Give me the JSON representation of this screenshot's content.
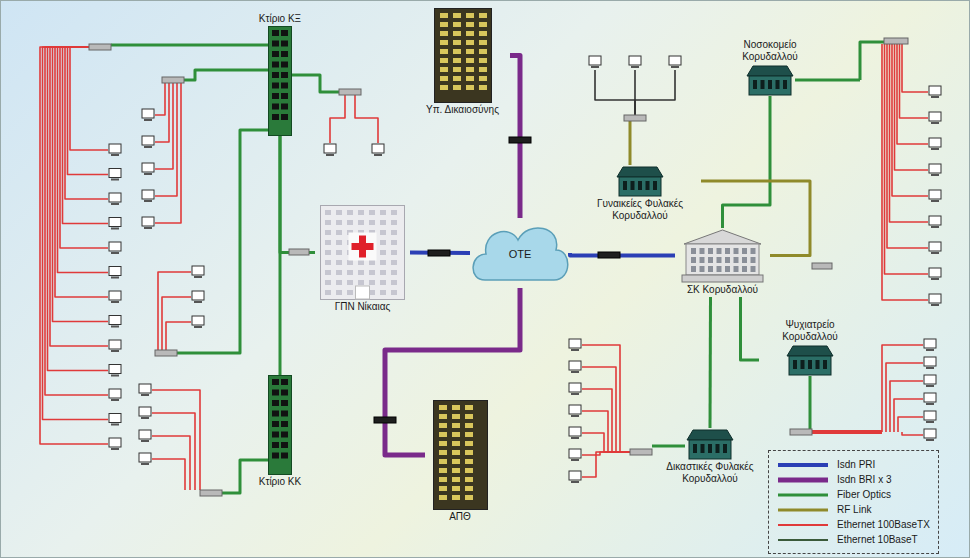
{
  "diagram": {
    "nodes": [
      {
        "text": [
          "Κτίριο ΚΞ"
        ]
      },
      {
        "text": [
          "Υπ. Δικαιοσύνης"
        ]
      },
      {
        "text": [
          "Νοσοκομείο Κορυδαλλού"
        ]
      },
      {
        "text": [
          "Γυναικείες Φυλακές Κορυδαλλού"
        ]
      },
      {
        "text": [
          "ΓΠΝ Νίκαιας"
        ]
      },
      {
        "text": [
          "ΟΤΕ"
        ]
      },
      {
        "text": [
          "ΣΚ Κορυδαλλού"
        ]
      },
      {
        "text": [
          "Ψυχιατρείο Κορυδαλλού"
        ]
      },
      {
        "text": [
          "Κτίριο ΚΚ"
        ]
      },
      {
        "text": [
          "ΑΠΘ"
        ]
      },
      {
        "text": [
          "Δικαστικές Φυλακές Κορυδαλλού"
        ]
      }
    ],
    "edges": [
      {
        "from": 4,
        "to": 5,
        "arrow": "none"
      },
      {
        "from": 5,
        "to": 6,
        "arrow": "none"
      },
      {
        "from": 1,
        "to": 5,
        "arrow": "none"
      },
      {
        "from": 9,
        "to": 5,
        "arrow": "none"
      },
      {
        "from": 4,
        "to": 0,
        "arrow": "none"
      },
      {
        "from": 0,
        "to": 8,
        "arrow": "none"
      },
      {
        "from": 6,
        "to": 2,
        "arrow": "none"
      },
      {
        "from": 3,
        "to": 6,
        "arrow": "none"
      },
      {
        "from": 6,
        "to": 7,
        "arrow": "none"
      },
      {
        "from": 6,
        "to": 10,
        "arrow": "none"
      }
    ],
    "legend": [
      {
        "text": "Isdn PRI"
      },
      {
        "text": "Isdn BRI x 3"
      },
      {
        "text": "Fiber Optics"
      },
      {
        "text": "RF Link"
      },
      {
        "text": "Ethernet 100BaseTX"
      },
      {
        "text": "Ethernet 10BaseT"
      }
    ]
  }
}
